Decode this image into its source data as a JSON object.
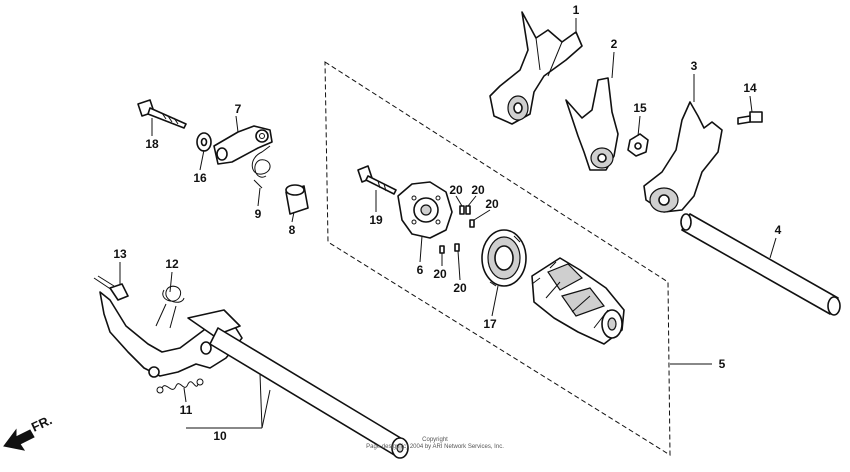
{
  "diagram": {
    "callouts": {
      "p1": "1",
      "p2": "2",
      "p3": "3",
      "p4": "4",
      "p5": "5",
      "p6": "6",
      "p7": "7",
      "p8": "8",
      "p9": "9",
      "p10": "10",
      "p11": "11",
      "p12": "12",
      "p13": "13",
      "p14": "14",
      "p15": "15",
      "p16": "16",
      "p17": "17",
      "p18": "18",
      "p19": "19",
      "p20a": "20",
      "p20b": "20",
      "p20c": "20",
      "p20d": "20",
      "p20e": "20"
    },
    "direction_label": "FR.",
    "copyright_line1": "Copyright",
    "copyright_line2": "Page design (c) 2004 by ARI Network Services, Inc."
  }
}
